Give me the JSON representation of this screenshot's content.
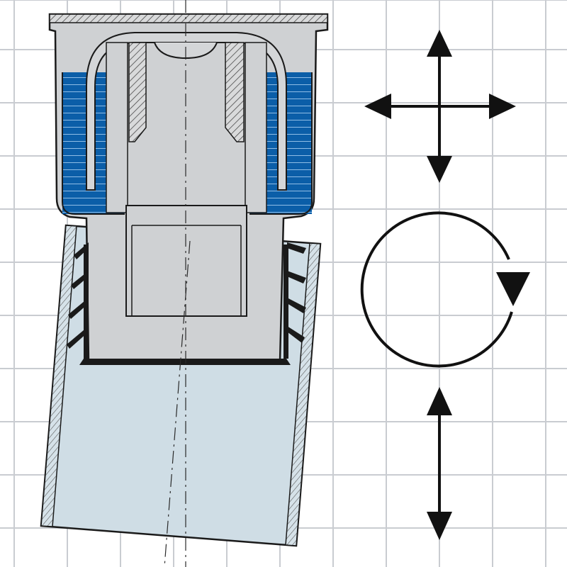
{
  "diagram": {
    "subject": "floor-drain-trap-cross-section",
    "parts": [
      {
        "id": "grate",
        "label": ""
      },
      {
        "id": "trap-body",
        "label": ""
      },
      {
        "id": "water-seal",
        "label": ""
      },
      {
        "id": "bell-insert",
        "label": ""
      },
      {
        "id": "outlet-spigot",
        "label": ""
      },
      {
        "id": "lip-seal",
        "label": ""
      },
      {
        "id": "pipe-socket",
        "label": ""
      }
    ],
    "movement_symbols": [
      {
        "id": "adjust-horizontal-vertical",
        "icon": "four-way-arrow-icon"
      },
      {
        "id": "rotation",
        "icon": "rotate-clockwise-icon"
      },
      {
        "id": "height-adjust",
        "icon": "vertical-double-arrow-icon"
      }
    ]
  },
  "colors": {
    "grid": "#c9ccd1",
    "water": "#0b5ea8",
    "water_lines": "#9cc3e6",
    "trap_fill": "#cfd1d3",
    "pipe_fill": "#cfdde5",
    "outline": "#1a1a1a",
    "hatch": "#4a4a4a"
  }
}
